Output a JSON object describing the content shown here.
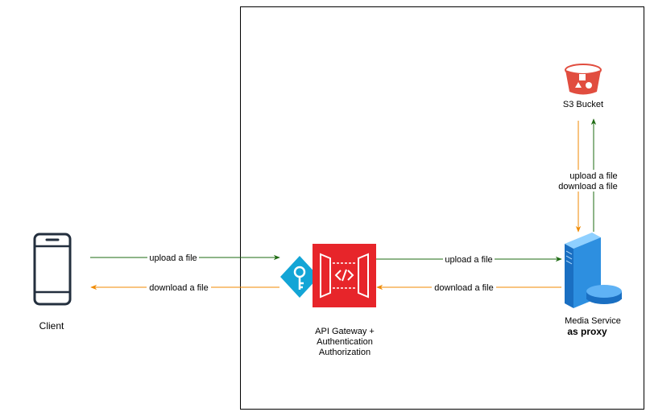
{
  "colors": {
    "upload": "#1e6b12",
    "download": "#f08a00",
    "gateway": "#e7252a",
    "s3": "#e14d3f",
    "auth": "#13a5d6",
    "client": "#232f3e",
    "server": "#2d8fe0"
  },
  "nodes": {
    "client": {
      "label": "Client",
      "icon": "mobile-phone-icon"
    },
    "auth": {
      "icon": "key-icon"
    },
    "gateway": {
      "icon": "api-gateway-icon",
      "label_line1": "API Gateway +",
      "label_line2": "Authentication",
      "label_line3": "Authorization"
    },
    "media": {
      "icon": "server-icon",
      "label_line1": "Media Service",
      "label_line2": "as proxy"
    },
    "s3": {
      "icon": "s3-bucket-icon",
      "label": "S3 Bucket"
    }
  },
  "edges": {
    "client_upload": "upload a file",
    "client_download": "download a file",
    "gateway_upload": "upload a file",
    "gateway_download": "download a file",
    "s3_upload": "upload a file",
    "s3_download": "download a file"
  }
}
